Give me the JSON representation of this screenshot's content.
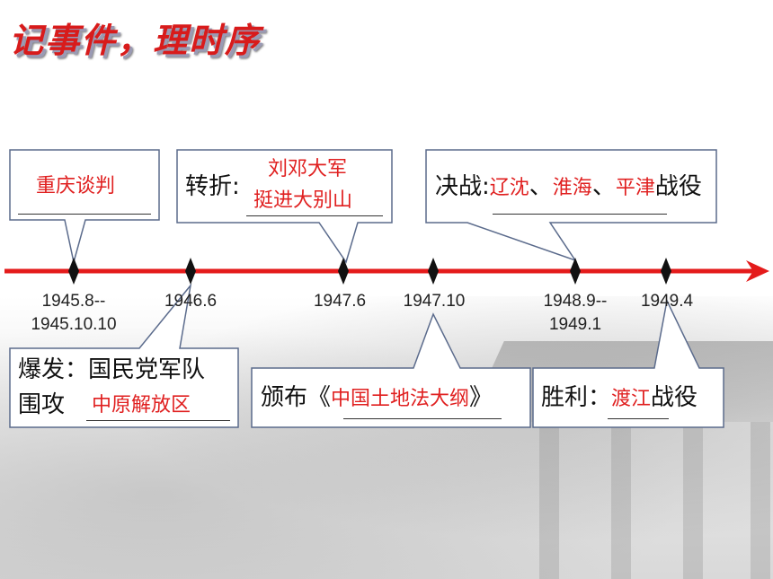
{
  "title": "记事件，理时序",
  "timeline": {
    "dates": [
      {
        "line1": "1945.8--",
        "line2": "1945.10.10"
      },
      {
        "line1": "1946.6",
        "line2": ""
      },
      {
        "line1": "1947.6",
        "line2": ""
      },
      {
        "line1": "1947.10",
        "line2": ""
      },
      {
        "line1": "1948.9--",
        "line2": "1949.1"
      },
      {
        "line1": "1949.4",
        "line2": ""
      }
    ]
  },
  "events": {
    "chongqing": {
      "answer": "重庆谈判"
    },
    "turn": {
      "prefix": "转折:",
      "answer_line1": "刘邓大军",
      "answer_line2": "挺进大别山"
    },
    "decisive": {
      "prefix": "决战:",
      "a1": "辽沈",
      "sep1": "、",
      "a2": "淮海",
      "sep2": "、",
      "a3": "平津",
      "suffix": "战役"
    },
    "outbreak": {
      "line1": "爆发：国民党军队",
      "line2_prefix": "围攻",
      "answer": "中原解放区"
    },
    "land": {
      "prefix": "颁布《",
      "answer": "中国土地法大纲",
      "suffix": "》"
    },
    "victory": {
      "prefix": "胜利：",
      "answer": "渡江",
      "suffix": "战役"
    }
  },
  "colors": {
    "axis": "#e41b1b",
    "answer": "#e02020",
    "title": "#d81b1b",
    "box_border": "#5b6b8c"
  }
}
